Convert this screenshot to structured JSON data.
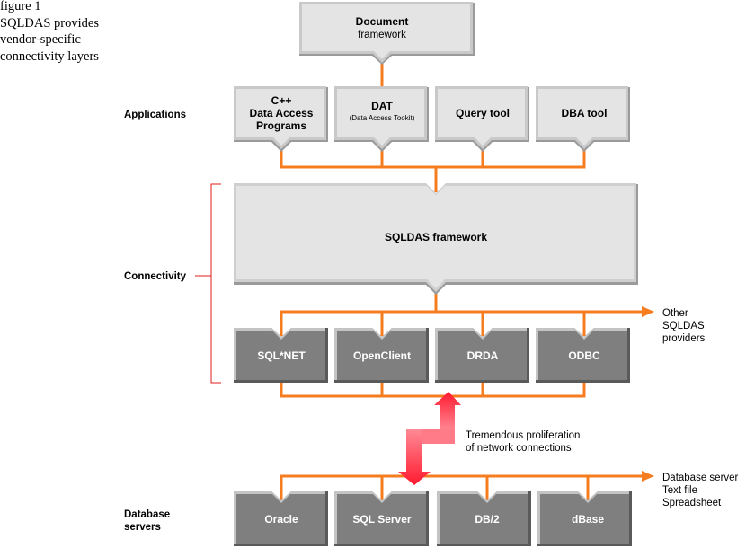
{
  "caption": {
    "lines": [
      "figure 1",
      "SQLDAS provides",
      "vendor-specific",
      "connectivity layers"
    ]
  },
  "colors": {
    "connector": "#f57d20",
    "bracket": "#e01b1b",
    "light_box_fill": "#e4e4e4",
    "dark_box_fill": "#7f7f7f",
    "arrow": "#ff1f35"
  },
  "top": {
    "document_box": {
      "line1": "Document",
      "line2": "framework"
    }
  },
  "layers": {
    "applications_label": "Applications",
    "connectivity_label": "Connectivity",
    "database_label_line1": "Database",
    "database_label_line2": "servers"
  },
  "applications": [
    {
      "lines": [
        "C++",
        "Data Access",
        "Programs"
      ]
    },
    {
      "title": "DAT",
      "subtitle": "(Data Access Tookit)"
    },
    {
      "lines": [
        "Query tool"
      ]
    },
    {
      "lines": [
        "DBA tool"
      ]
    }
  ],
  "framework": {
    "label": "SQLDAS framework"
  },
  "providers": [
    "SQL*NET",
    "OpenClient",
    "DRDA",
    "ODBC"
  ],
  "providers_note": [
    "Other",
    "SQLDAS",
    "providers"
  ],
  "proliferation_note": [
    "Tremendous proliferation",
    "of network connections"
  ],
  "databases": [
    "Oracle",
    "SQL Server",
    "DB/2",
    "dBase"
  ],
  "databases_note": [
    "Database server",
    "Text file",
    "Spreadsheet"
  ]
}
